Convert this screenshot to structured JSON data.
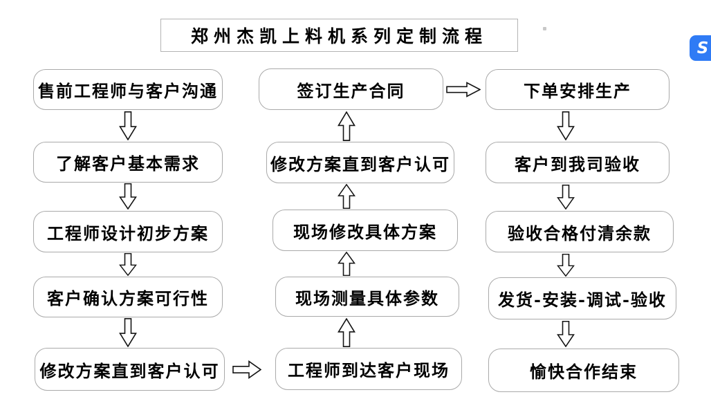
{
  "title": "郑州杰凯上料机系列定制流程",
  "columns": {
    "left": {
      "direction": "top-to-bottom",
      "boxes": [
        "售前工程师与客户沟通",
        "了解客户基本需求",
        "工程师设计初步方案",
        "客户确认方案可行性",
        "修改方案直到客户认可"
      ]
    },
    "middle": {
      "direction": "bottom-to-top",
      "boxes": [
        "签订生产合同",
        "修改方案直到客户认可",
        "现场修改具体方案",
        "现场测量具体参数",
        "工程师到达客户现场"
      ]
    },
    "right": {
      "direction": "top-to-bottom",
      "boxes": [
        "下单安排生产",
        "客户到我司验收",
        "验收合格付清余款",
        "发货-安装-调试-验收",
        "愉快合作结束"
      ]
    }
  },
  "connectors": {
    "left_column_arrows": "down-arrow",
    "middle_column_arrows": "up-arrow",
    "right_column_arrows": "down-arrow",
    "left_bottom_to_middle_bottom": "right-arrow",
    "middle_top_to_right_top": "right-arrow"
  },
  "overlay": {
    "logo_letter": "S"
  },
  "colors": {
    "background": "#ffffff",
    "box_border": "#a9a9a9",
    "title_border": "#b3b3b3",
    "text": "#000000",
    "arrow_outline": "#141414",
    "logo_blue": "#2f7bf5"
  }
}
